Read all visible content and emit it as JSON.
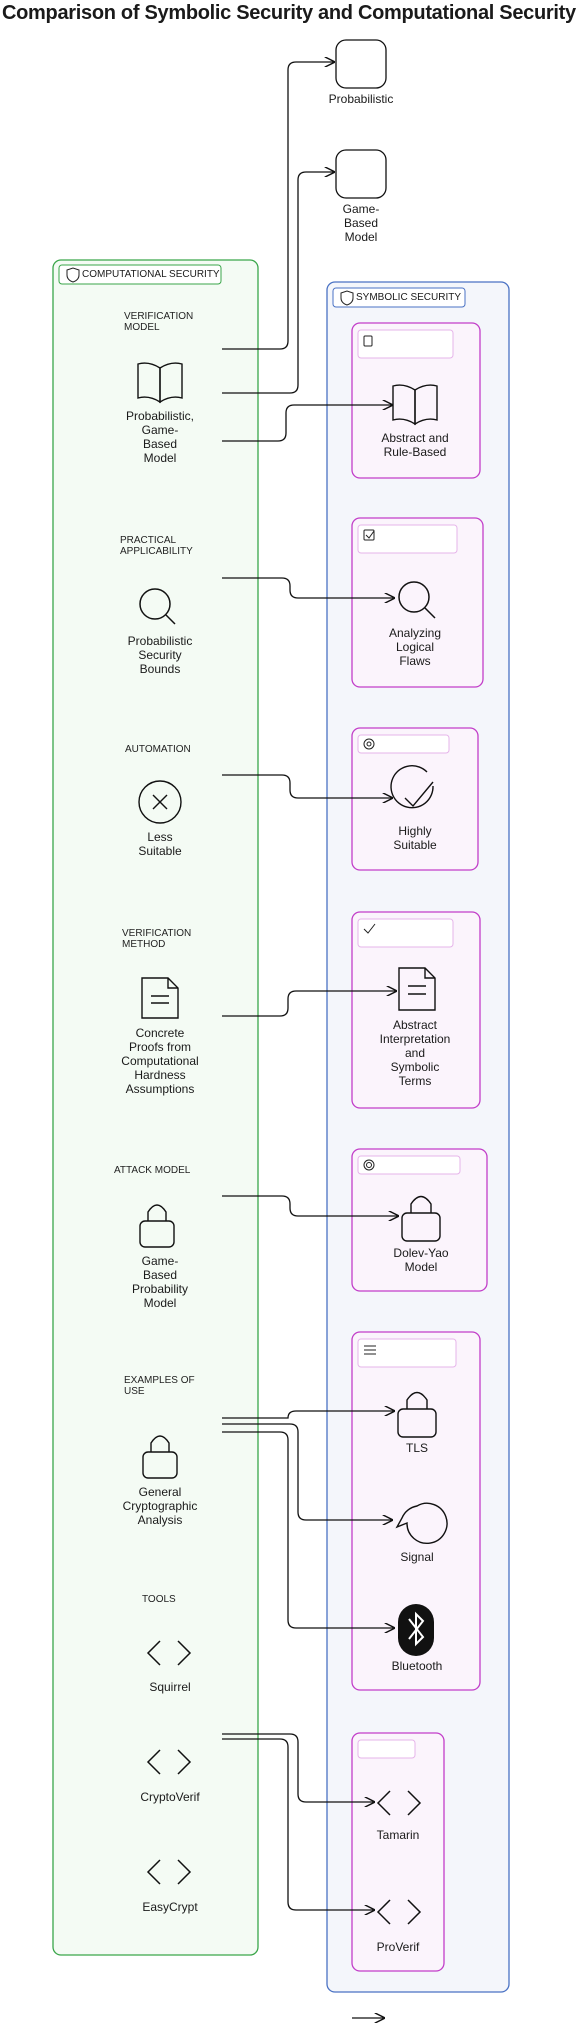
{
  "title": "Comparison of Symbolic Security and Computational Security",
  "top_nodes": {
    "probabilistic": "Probabilistic",
    "game_based": "Game-\nBased\nModel"
  },
  "computational": {
    "header": "COMPUTATIONAL SECURITY",
    "sections": [
      {
        "caption": "VERIFICATION\nMODEL",
        "label": "Probabilistic,\nGame-\nBased\nModel"
      },
      {
        "caption": "PRACTICAL\nAPPLICABILITY",
        "label": "Probabilistic\nSecurity\nBounds"
      },
      {
        "caption": "AUTOMATION",
        "label": "Less\nSuitable"
      },
      {
        "caption": "VERIFICATION\nMETHOD",
        "label": "Concrete\nProofs from\nComputational\nHardness\nAssumptions"
      },
      {
        "caption": "ATTACK MODEL",
        "label": "Game-\nBased\nProbability\nModel"
      },
      {
        "caption": "EXAMPLES OF\nUSE",
        "label": "General\nCryptographic\nAnalysis"
      },
      {
        "caption": "TOOLS",
        "label": "Squirrel"
      }
    ],
    "tools_extra": [
      "CryptoVerif",
      "EasyCrypt"
    ]
  },
  "symbolic": {
    "header": "SYMBOLIC SECURITY",
    "nodes": {
      "abstract": "Abstract and\nRule-Based",
      "logical": "Analyzing\nLogical\nFlaws",
      "suitable": "Highly\nSuitable",
      "interpretation": "Abstract\nInterpretation\nand\nSymbolic\nTerms",
      "dolev": "Dolev-Yao\nModel",
      "tls": "TLS",
      "signal": "Signal",
      "bluetooth": "Bluetooth",
      "tamarin": "Tamarin",
      "proverif": "ProVerif"
    }
  },
  "colors": {
    "computational_border": "#3aa64a",
    "computational_fill": "#f4fbf4",
    "symbolic_border": "#4a72c4",
    "symbolic_fill": "#f4f6fb",
    "group_border": "#c23ec9",
    "group_fill": "#fbf4fc"
  }
}
